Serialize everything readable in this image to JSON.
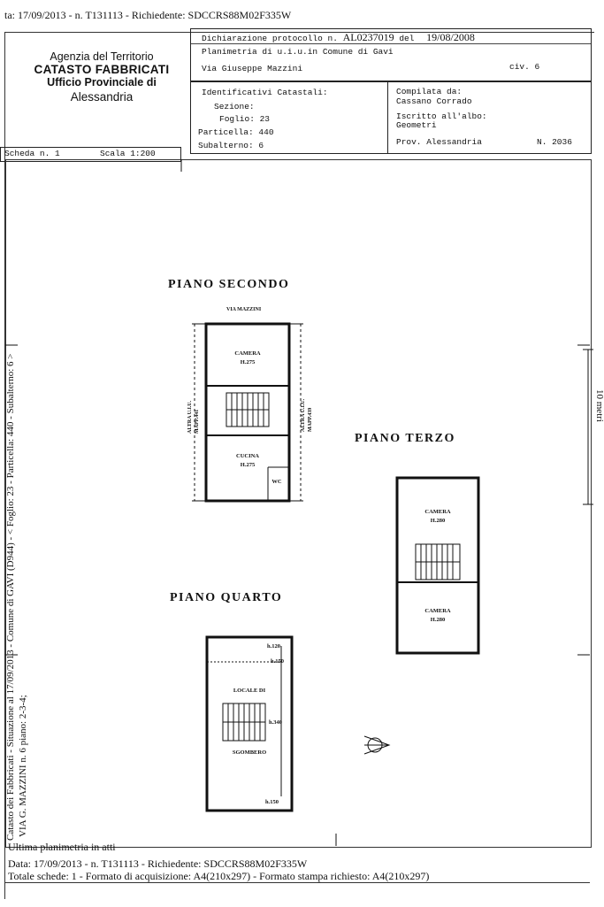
{
  "top_line": "ta: 17/09/2013 - n. T131113 - Richiedente: SDCCRS88M02F335W",
  "agency": {
    "line1": "Agenzia del Territorio",
    "line2": "CATASTO FABBRICATI",
    "line3": "Ufficio Provinciale di",
    "line4": "Alessandria"
  },
  "declaration": {
    "protocol_label": "Dichiarazione protocollo n.",
    "protocol_number": "AL0237019",
    "del_label": "del",
    "protocol_date": "19/08/2008",
    "plan_line": "Planimetria di u.i.u.in Comune di Gavi",
    "address": "Via Giuseppe Mazzini",
    "civ": "civ. 6"
  },
  "identifiers": {
    "heading": "Identificativi Catastali:",
    "sezione": "Sezione:",
    "foglio": "Foglio: 23",
    "particella": "Particella: 440",
    "subalterno": "Subalterno: 6"
  },
  "compiled": {
    "label": "Compilata da:",
    "name": "Cassano Corrado",
    "iscritto": "Iscritto all'albo:",
    "albo": "Geometri",
    "prov": "Prov. Alessandria",
    "number": "N. 2036"
  },
  "scheda": {
    "number": "Scheda n. 1",
    "scale": "Scala 1:200"
  },
  "plans": {
    "secondo": {
      "title": "PIANO SECONDO",
      "street": "VIA MAZZINI",
      "camera": "CAMERA",
      "camera_h": "H.275",
      "cucina": "CUCINA",
      "cucina_h": "H.275",
      "wc": "WC",
      "left_side_1": "ALTRA U.I.U.",
      "left_side_2": "MAPP.441",
      "right_side_1": "ALTRA U.I.U.",
      "right_side_2": "MAPP.439"
    },
    "terzo": {
      "title": "PIANO TERZO",
      "camera1": "CAMERA",
      "camera1_h": "H.280",
      "camera2": "CAMERA",
      "camera2_h": "H.280"
    },
    "quarto": {
      "title": "PIANO QUARTO",
      "h1": "h.120",
      "h2": "h.150",
      "locale1": "LOCALE DI",
      "locale2": "SGOMBERO",
      "h3": "h.340",
      "h4": "h.150"
    }
  },
  "scale_bar_label": "10 metri",
  "side_text_1": "Catasto dei Fabbricati - Situazione al 17/09/2013 - Comune di GAVI (D944) - < Foglio: 23 - Particella: 440 - Subalterno: 6 >",
  "side_text_2": "VIA G. MAZZINI n. 6 piano: 2-3-4;",
  "footer": {
    "line1": "Ultima planimetria in atti",
    "line2": "Data: 17/09/2013 - n. T131113 - Richiedente: SDCCRS88M02F335W",
    "line3": "Totale schede: 1 - Formato di acquisizione: A4(210x297) - Formato stampa richiesto: A4(210x297)"
  }
}
